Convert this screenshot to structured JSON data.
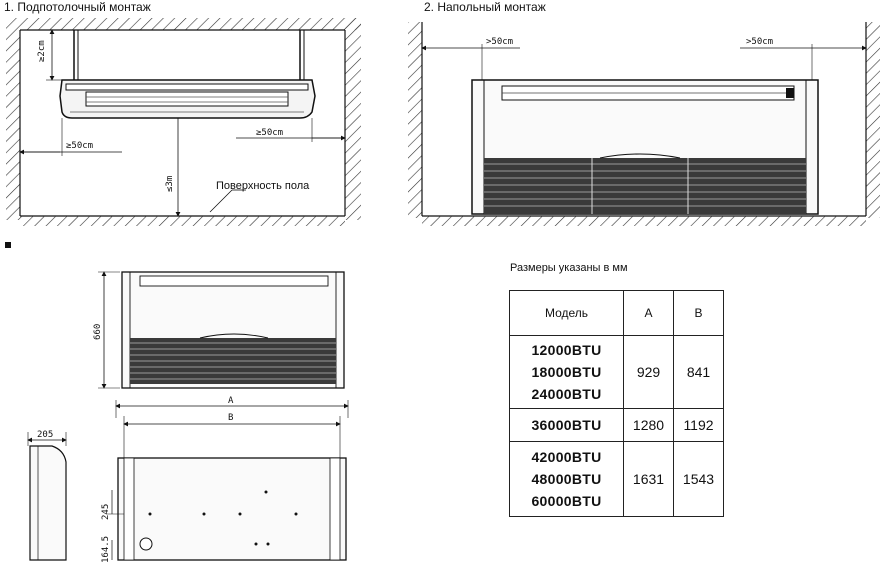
{
  "section1": {
    "title": "1. Подпотолочный монтаж",
    "floor_label": "Поверхность пола",
    "dim_top": "≥2cm",
    "dim_left": "≥50cm",
    "dim_right": "≥50cm",
    "dim_height": "≤3m"
  },
  "section2": {
    "title": "2. Напольный монтаж",
    "dim_left": ">50cm",
    "dim_right": ">50cm"
  },
  "drawing": {
    "dim_height": "660",
    "dim_a": "A",
    "dim_b": "B",
    "dim_depth": "205",
    "dim_245": "245",
    "dim_164": "164.5"
  },
  "units_note": "Размеры указаны в мм",
  "table": {
    "headers": [
      "Модель",
      "A",
      "B"
    ],
    "rows": [
      {
        "models": [
          "12000BTU",
          "18000BTU",
          "24000BTU"
        ],
        "a": "929",
        "b": "841"
      },
      {
        "models": [
          "36000BTU"
        ],
        "a": "1280",
        "b": "1192"
      },
      {
        "models": [
          "42000BTU",
          "48000BTU",
          "60000BTU"
        ],
        "a": "1631",
        "b": "1543"
      }
    ]
  }
}
